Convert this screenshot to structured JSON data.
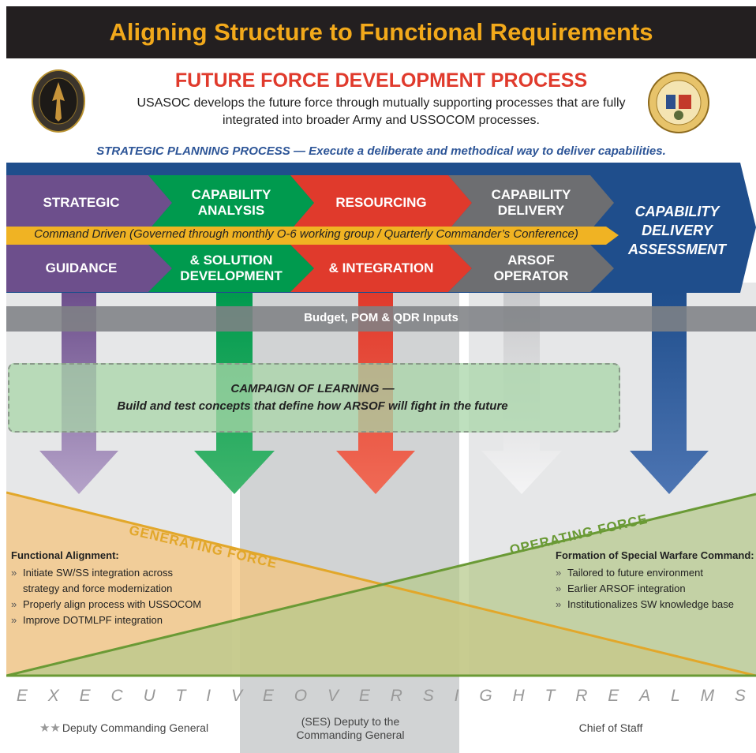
{
  "header": {
    "title": "Aligning Structure to Functional Requirements"
  },
  "seals": {
    "left_icon": "ussocom-arrowhead-seal-icon",
    "right_icon": "department-of-the-army-seal-icon"
  },
  "process": {
    "title": "FUTURE FORCE DEVELOPMENT PROCESS",
    "description_line1": "USASOC develops the future force through mutually supporting processes that are fully",
    "description_line2": "integrated into broader Army and USSOCOM processes."
  },
  "strategic_planning": "STRATEGIC PLANNING PROCESS — Execute a deliberate and methodical way to deliver capabilities.",
  "phases": [
    {
      "top": "STRATEGIC",
      "bottom": "GUIDANCE",
      "color": "#6d4f8c"
    },
    {
      "top1": "CAPABILITY",
      "top2": "ANALYSIS",
      "bottom1": "& SOLUTION",
      "bottom2": "DEVELOPMENT",
      "color": "#009a4e"
    },
    {
      "top": "RESOURCING",
      "bottom": "& INTEGRATION",
      "color": "#e03a2c"
    },
    {
      "top1": "CAPABILITY",
      "top2": "DELIVERY",
      "bottom1": "ARSOF",
      "bottom2": "OPERATOR",
      "color": "#6d6e71"
    },
    {
      "line1": "CAPABILITY",
      "line2": "DELIVERY",
      "line3": "ASSESSMENT",
      "color": "#1f4e8c"
    }
  ],
  "command_driven": "Command Driven (Governed through monthly O-6 working group / Quarterly Commander’s Conference)",
  "budget": "Budget, POM & QDR Inputs",
  "campaign": {
    "title": "CAMPAIGN OF LEARNING —",
    "text": "Build and test concepts that define how ARSOF will fight in the future"
  },
  "forces": {
    "generating": "GENERATING FORCE",
    "operating": "OPERATING FORCE"
  },
  "functional_alignment": {
    "heading": "Functional Alignment:",
    "items": [
      "Initiate SW/SS integration across",
      "strategy and force modernization",
      "Properly align process with USSOCOM",
      "Improve DOTMLPF integration"
    ]
  },
  "swc": {
    "heading": "Formation of Special Warfare Command:",
    "items": [
      "Tailored to future environment",
      "Earlier ARSOF integration",
      "Institutionalizes SW knowledge base"
    ]
  },
  "bullet": "»",
  "oversight_letters": [
    "E",
    "X",
    "E",
    "C",
    "U",
    "T",
    "I",
    "V",
    "E",
    "O",
    "V",
    "E",
    "R",
    "S",
    "I",
    "G",
    "H",
    "T",
    "R",
    "E",
    "A",
    "L",
    "M",
    "S"
  ],
  "realms": {
    "stars": "★★",
    "deputy_cg": "Deputy Commanding General",
    "ses_line1": "(SES) Deputy to the",
    "ses_line2": "Commanding General",
    "chief": "Chief of Staff"
  },
  "colors": {
    "title_bg": "#231f20",
    "title_text": "#f2a91b",
    "red": "#e03a2c",
    "navy": "#1f4e8c",
    "purple": "#6d4f8c",
    "green": "#009a4e",
    "gray": "#6d6e71",
    "yellow": "#f0b323",
    "generating": "#e2a72a",
    "operating": "#6a9a35"
  }
}
